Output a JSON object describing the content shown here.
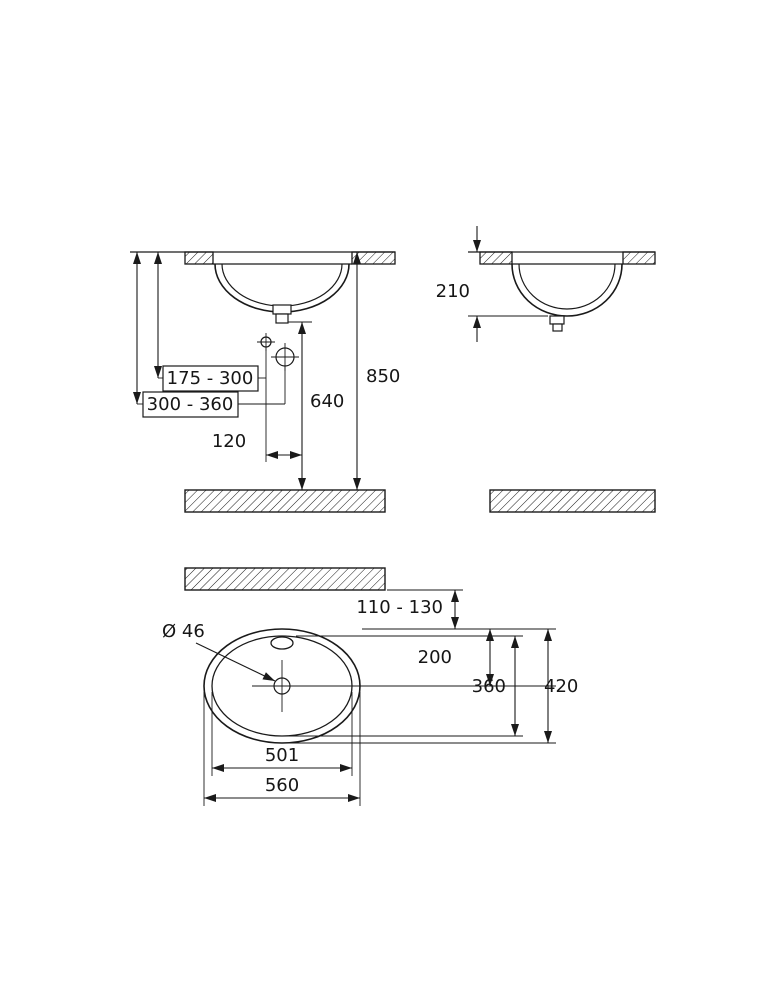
{
  "drawing": {
    "front_view": {
      "dim_total_height": "850",
      "dim_drain_height": "640",
      "dim_supply_range_a": "175 - 300",
      "dim_supply_range_b": "300 - 360",
      "dim_hole_spacing": "120"
    },
    "side_view": {
      "dim_basin_depth": "210"
    },
    "plan_view": {
      "dim_rim_to_counter": "110 - 130",
      "dim_drain_diameter": "Ø 46",
      "dim_front_to_center": "200",
      "dim_inner_width": "360",
      "dim_outer_width": "420",
      "dim_inner_length": "501",
      "dim_outer_length": "560"
    }
  }
}
